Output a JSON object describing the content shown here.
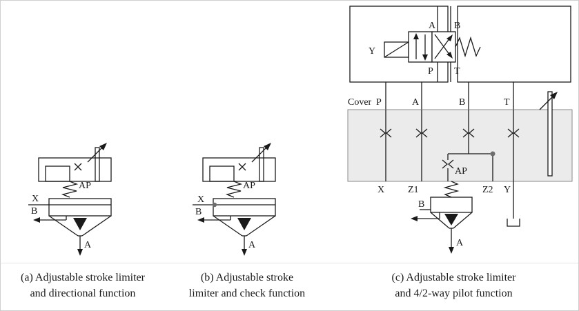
{
  "panels": {
    "a": {
      "caption": {
        "line1": "(a) Adjustable stroke limiter",
        "line2": "and directional function"
      },
      "labels": {
        "ap": "AP",
        "x": "X",
        "b": "B",
        "a": "A"
      }
    },
    "b": {
      "caption": {
        "line1": "(b) Adjustable stroke",
        "line2": "limiter and check function"
      },
      "labels": {
        "ap": "AP",
        "x": "X",
        "b": "B",
        "a": "A"
      }
    },
    "c": {
      "caption": {
        "line1": "(c) Adjustable stroke limiter",
        "line2": "and 4/2-way pilot function"
      },
      "labels": {
        "pilot_y": "Y",
        "valve_a": "A",
        "valve_b": "B",
        "valve_p": "P",
        "valve_t": "T",
        "cover_title": "Cover",
        "port_p": "P",
        "port_a": "A",
        "port_b": "B",
        "port_t": "T",
        "port_x": "X",
        "port_z1": "Z1",
        "port_z2": "Z2",
        "port_y": "Y",
        "ap": "AP",
        "b": "B",
        "a": "A"
      }
    }
  },
  "colors": {
    "line": "#1a1a1a",
    "cover_fill": "#ebebeb",
    "divider": "#c6c6c6",
    "dot": "#6e6e6e"
  }
}
